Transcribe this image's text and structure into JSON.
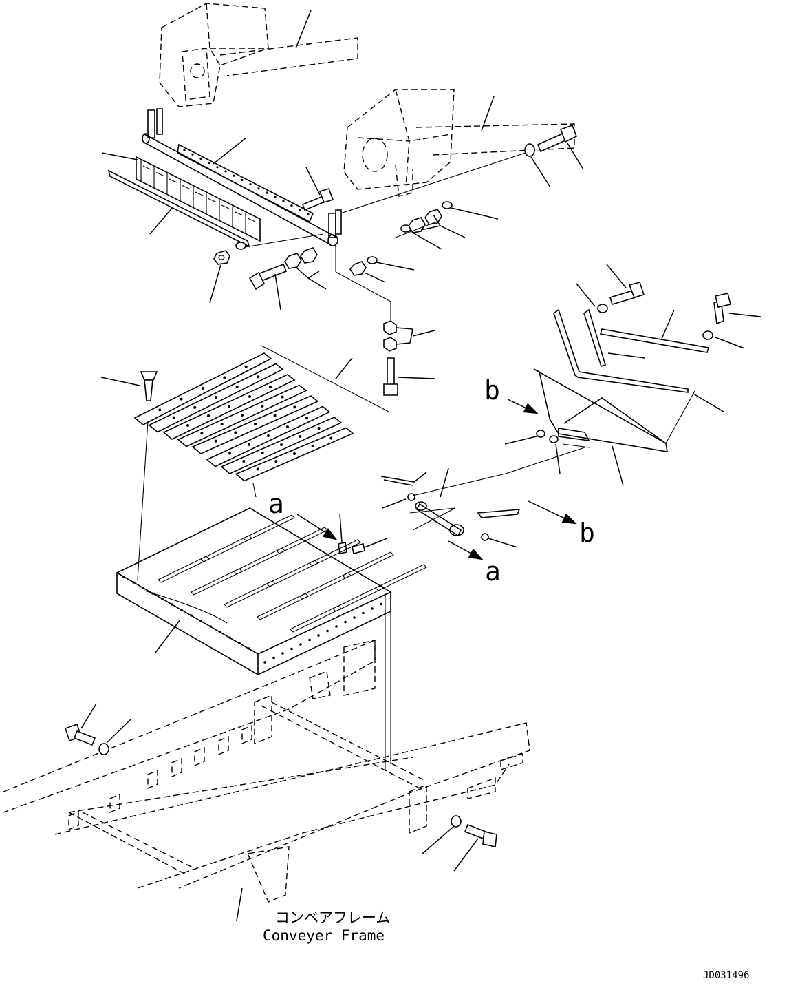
{
  "view_labels": {
    "a_top": "a",
    "a_bottom": "a",
    "b_top": "b",
    "b_bottom": "b"
  },
  "caption": {
    "japanese": "コンベアフレーム",
    "english": "Conveyer Frame"
  },
  "drawing_code": "JD031496"
}
